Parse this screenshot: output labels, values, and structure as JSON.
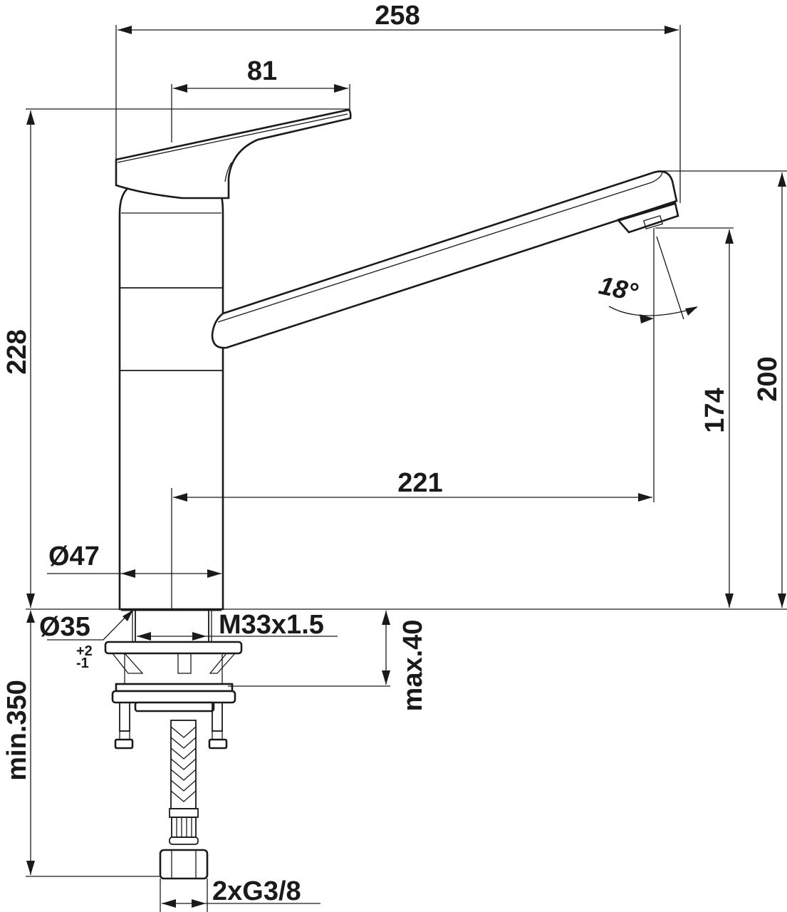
{
  "drawing": {
    "subject": "single-lever kitchen faucet technical dimension drawing",
    "line_color": "#1a1a1a",
    "background": "#ffffff"
  },
  "dimensions": {
    "overall_width": "258",
    "lever_width": "81",
    "overall_height": "228",
    "spout_height": "200",
    "outlet_clearance": "174",
    "spout_reach": "221",
    "swivel_angle": "18°",
    "body_diameter": "Ø47",
    "base_diameter": "Ø35",
    "base_tolerance_plus": "+2",
    "base_tolerance_minus": "-1",
    "thread": "M33x1.5",
    "max_countertop": "max.40",
    "hose_length": "min.350",
    "connections": "2xG3/8"
  }
}
